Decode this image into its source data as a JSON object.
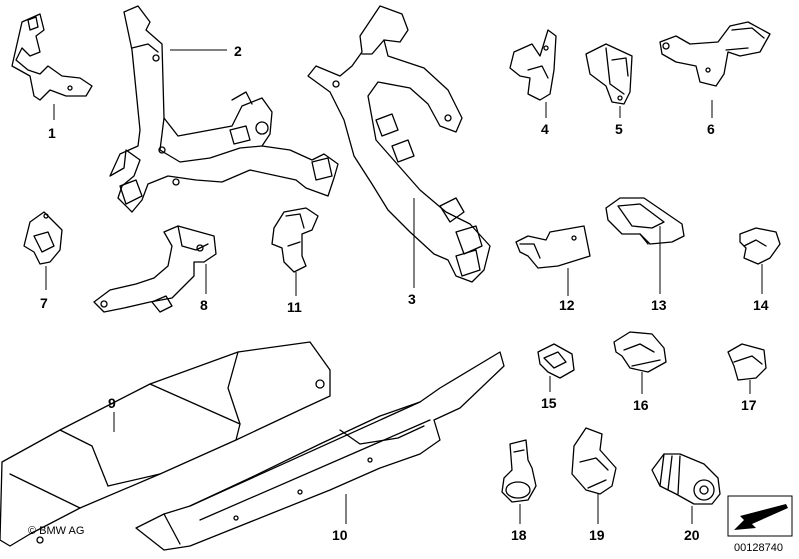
{
  "diagram": {
    "copyright": "© BMW AG",
    "document_number": "00128740",
    "callouts": [
      "1",
      "2",
      "3",
      "4",
      "5",
      "6",
      "7",
      "8",
      "9",
      "10",
      "11",
      "12",
      "13",
      "14",
      "15",
      "16",
      "17",
      "18",
      "19",
      "20"
    ]
  }
}
